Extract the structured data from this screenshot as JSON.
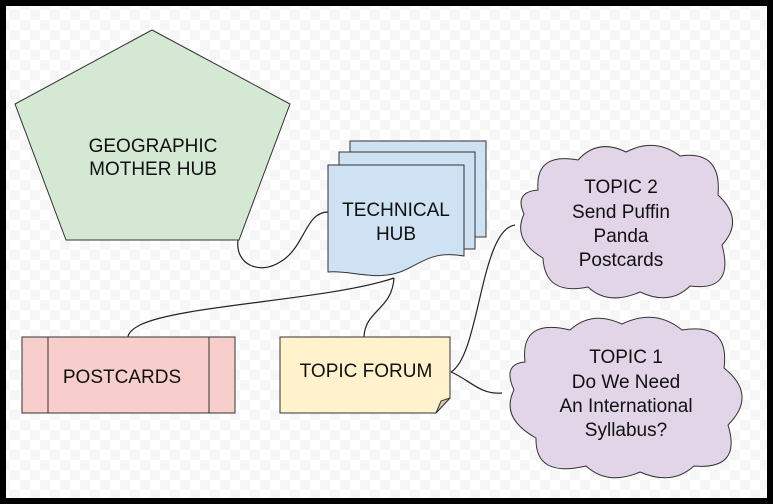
{
  "nodes": {
    "geographic_hub": {
      "lines": [
        "GEOGRAPHIC",
        "MOTHER HUB"
      ],
      "color": "#d5e8d4"
    },
    "technical_hub": {
      "lines": [
        "TECHNICAL",
        "HUB"
      ],
      "color": "#cfe2f3"
    },
    "postcards": {
      "lines": [
        "POSTCARDS"
      ],
      "color": "#f8cecc"
    },
    "topic_forum": {
      "lines": [
        "TOPIC FORUM"
      ],
      "color": "#fff2cc"
    },
    "topic2": {
      "lines": [
        "TOPIC 2",
        "Send Puffin",
        "Panda",
        "Postcards"
      ],
      "color": "#e1d5e7"
    },
    "topic1": {
      "lines": [
        "TOPIC 1",
        "Do We Need",
        "An International",
        "Syllabus?"
      ],
      "color": "#e1d5e7"
    }
  },
  "edges": [
    {
      "from": "geographic_hub",
      "to": "technical_hub"
    },
    {
      "from": "technical_hub",
      "to": "postcards"
    },
    {
      "from": "technical_hub",
      "to": "topic_forum"
    },
    {
      "from": "topic_forum",
      "to": "topic2"
    },
    {
      "from": "topic_forum",
      "to": "topic1"
    }
  ]
}
